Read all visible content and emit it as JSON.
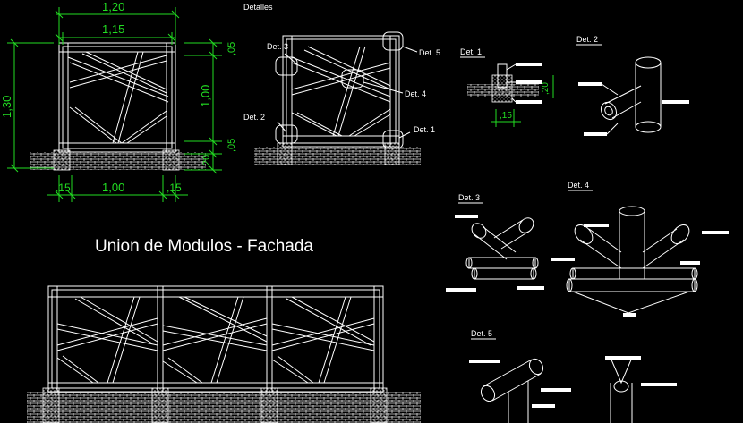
{
  "header": {
    "detalles_label": "Detalles"
  },
  "title": "Union de Modulos - Fachada",
  "dimensions": {
    "top_outer": "1,20",
    "top_inner": "1,15",
    "left_height": "1,30",
    "right_height": "1,00",
    "right_top": ",05",
    "right_mid": ",05",
    "right_base": ",20",
    "bottom_left": ",15",
    "bottom_mid": "1,00",
    "bottom_right": ",15",
    "det1_height": ",20",
    "det1_width": ",15"
  },
  "detail_labels": {
    "det1": "Det. 1",
    "det2": "Det. 2",
    "det3": "Det. 3",
    "det4": "Det. 4",
    "det5": "Det. 5"
  },
  "colors": {
    "background": "#000000",
    "lines": "#ffffff",
    "dimensions": "#22dd22"
  }
}
